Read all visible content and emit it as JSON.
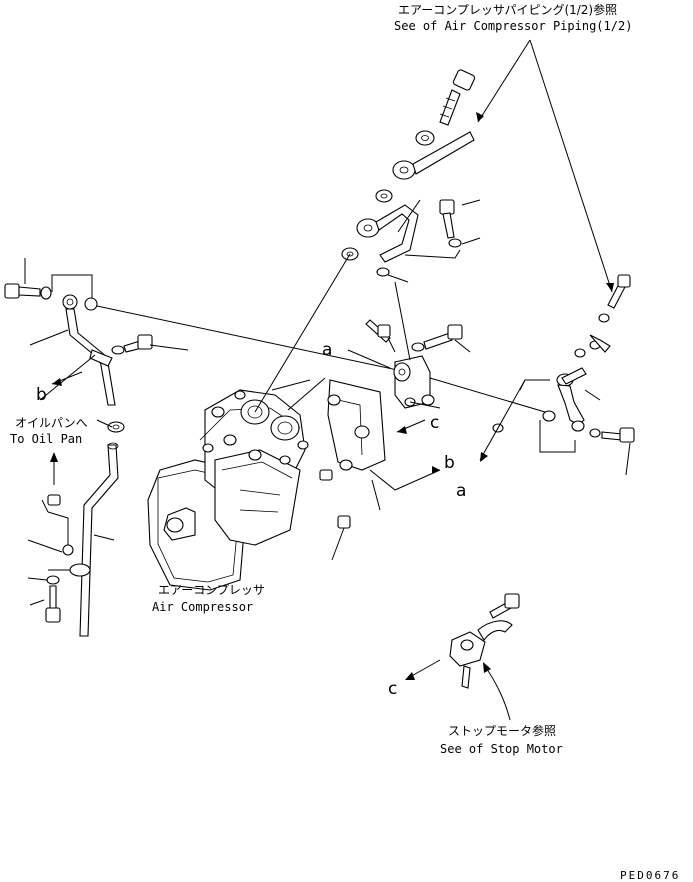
{
  "labels": {
    "top_ref_jp": "エアーコンプレッサパイピング(1/2)参照",
    "top_ref_en": "See of Air Compressor Piping(1/2)",
    "oil_pan_jp": "オイルパンへ",
    "oil_pan_en": "To Oil Pan",
    "compressor_jp": "エアーコンプレッサ",
    "compressor_en": "Air Compressor",
    "stop_motor_jp": "ストップモータ参照",
    "stop_motor_en": "See of Stop Motor",
    "drawing_code": "PED0676"
  },
  "callout_letters": {
    "a_top": "a",
    "a_right": "a",
    "b_left": "b",
    "b_right": "b",
    "c_right": "c",
    "c_bottom": "c"
  }
}
